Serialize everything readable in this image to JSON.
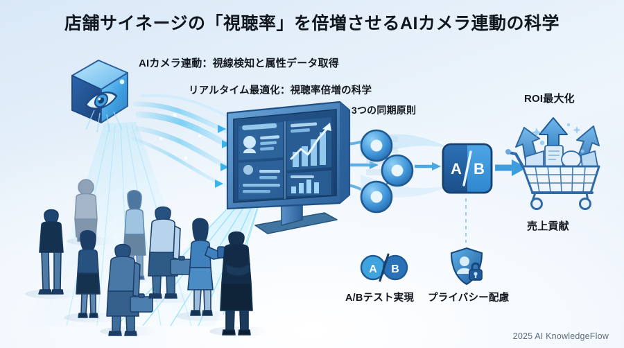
{
  "page": {
    "title": "店舗サイネージの「視聴率」を倍増させるAIカメラ連動の科学",
    "footer": "2025 AI KnowledgeFlow",
    "background_top": "#d9e8f8",
    "background_bottom": "#eef5fc"
  },
  "labels": {
    "camera_link": "AIカメラ連動：視線検知と属性データ取得",
    "realtime": "リアルタイム最適化：視聴率倍増の科学",
    "three_principles": "3つの同期原則",
    "roi": "ROI最大化",
    "sales_contribution": "売上貢献",
    "ab_test": "A/Bテスト実現",
    "privacy": "プライバシー配慮"
  },
  "icons": {
    "camera": "ai-camera-eye",
    "monitor": "digital-signage-dashboard",
    "nodes": "three-sync-nodes",
    "ab_box": "ab-split-box",
    "ab_box_text_a": "A",
    "ab_box_text_divider": "/",
    "ab_box_text_b": "B",
    "cart": "shopping-cart-growth",
    "ab_small": "ab-test-circles",
    "shield": "privacy-shield-lock",
    "people": "audience-silhouettes"
  },
  "colors": {
    "accent_blue": "#2f7fd0",
    "deep_blue": "#1b4f8a",
    "cyan": "#49c4f2",
    "text_dark": "#13181f",
    "footer_text": "#5d6b7c",
    "monitor_frame": "#2c5f94",
    "monitor_screen": "#1d4f86",
    "cart_body": "#eaf2fb",
    "cart_stroke": "#2f6aa8"
  },
  "audience": {
    "person_count": 8
  }
}
